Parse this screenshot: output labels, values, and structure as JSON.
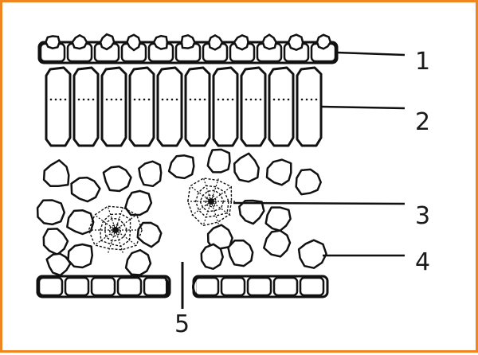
{
  "frame_color": "#f0841e",
  "stroke_color": "#111111",
  "labels": {
    "l1": "1",
    "l2": "2",
    "l3": "3",
    "l4": "4",
    "l5": "5"
  }
}
